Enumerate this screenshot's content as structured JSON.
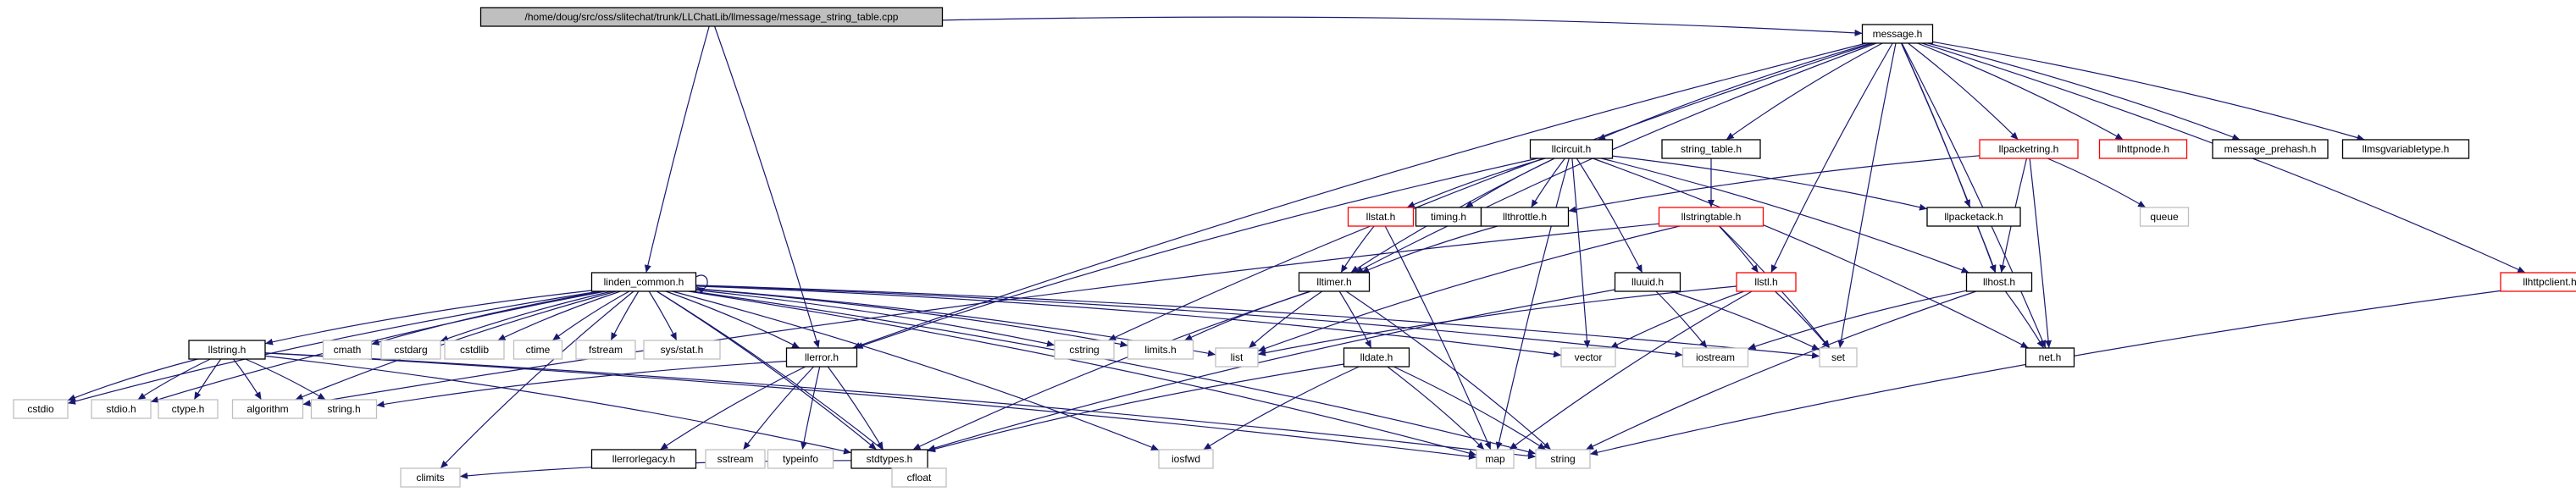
{
  "colors": {
    "edge": "#191970",
    "root_fill": "#bfbfbf",
    "normal_border": "#000000",
    "red_border": "#ff0000",
    "grey_border": "#bfbfbf"
  },
  "nodes": [
    {
      "id": "root",
      "label": "/home/doug/src/oss/slitechat/trunk/LLChatLib/llmessage/message_string_table.cpp",
      "style": "root"
    },
    {
      "id": "message_h",
      "label": "message.h",
      "style": "normal"
    },
    {
      "id": "linden_common_h",
      "label": "linden_common.h",
      "style": "normal"
    },
    {
      "id": "llerror_h",
      "label": "llerror.h",
      "style": "normal"
    },
    {
      "id": "llcircuit_h",
      "label": "llcircuit.h",
      "style": "normal"
    },
    {
      "id": "string_table_h",
      "label": "string_table.h",
      "style": "normal"
    },
    {
      "id": "llpacketring_h",
      "label": "llpacketring.h",
      "style": "red"
    },
    {
      "id": "llhttpnode_h",
      "label": "llhttpnode.h",
      "style": "red"
    },
    {
      "id": "message_prehash_h",
      "label": "message_prehash.h",
      "style": "normal"
    },
    {
      "id": "llmsgvariabletype_h",
      "label": "llmsgvariabletype.h",
      "style": "normal"
    },
    {
      "id": "llstat_h",
      "label": "llstat.h",
      "style": "red"
    },
    {
      "id": "timing_h",
      "label": "timing.h",
      "style": "normal"
    },
    {
      "id": "llthrottle_h",
      "label": "llthrottle.h",
      "style": "normal"
    },
    {
      "id": "llstringtable_h",
      "label": "llstringtable.h",
      "style": "red"
    },
    {
      "id": "llpacketack_h",
      "label": "llpacketack.h",
      "style": "normal"
    },
    {
      "id": "queue",
      "label": "queue",
      "style": "grey"
    },
    {
      "id": "llhttpclient_h",
      "label": "llhttpclient.h",
      "style": "red"
    },
    {
      "id": "lltimer_h",
      "label": "lltimer.h",
      "style": "normal"
    },
    {
      "id": "lluuid_h",
      "label": "lluuid.h",
      "style": "normal"
    },
    {
      "id": "llstl_h",
      "label": "llstl.h",
      "style": "red"
    },
    {
      "id": "llhost_h",
      "label": "llhost.h",
      "style": "normal"
    },
    {
      "id": "llstring_h",
      "label": "llstring.h",
      "style": "normal"
    },
    {
      "id": "cmath",
      "label": "cmath",
      "style": "grey"
    },
    {
      "id": "cstdarg",
      "label": "cstdarg",
      "style": "grey"
    },
    {
      "id": "cstdlib",
      "label": "cstdlib",
      "style": "grey"
    },
    {
      "id": "ctime",
      "label": "ctime",
      "style": "grey"
    },
    {
      "id": "fstream",
      "label": "fstream",
      "style": "grey"
    },
    {
      "id": "sys_stat_h",
      "label": "sys/stat.h",
      "style": "grey"
    },
    {
      "id": "cstring",
      "label": "cstring",
      "style": "grey"
    },
    {
      "id": "limits_h",
      "label": "limits.h",
      "style": "grey"
    },
    {
      "id": "list",
      "label": "list",
      "style": "grey"
    },
    {
      "id": "lldate_h",
      "label": "lldate.h",
      "style": "normal"
    },
    {
      "id": "vector",
      "label": "vector",
      "style": "grey"
    },
    {
      "id": "iostream",
      "label": "iostream",
      "style": "grey"
    },
    {
      "id": "set",
      "label": "set",
      "style": "grey"
    },
    {
      "id": "net_h",
      "label": "net.h",
      "style": "normal"
    },
    {
      "id": "cstdio",
      "label": "cstdio",
      "style": "grey"
    },
    {
      "id": "stdio_h",
      "label": "stdio.h",
      "style": "grey"
    },
    {
      "id": "ctype_h",
      "label": "ctype.h",
      "style": "grey"
    },
    {
      "id": "algorithm",
      "label": "algorithm",
      "style": "grey"
    },
    {
      "id": "string_h",
      "label": "string.h",
      "style": "grey"
    },
    {
      "id": "llerrorlegacy_h",
      "label": "llerrorlegacy.h",
      "style": "normal"
    },
    {
      "id": "sstream",
      "label": "sstream",
      "style": "grey"
    },
    {
      "id": "typeinfo",
      "label": "typeinfo",
      "style": "grey"
    },
    {
      "id": "stdtypes_h",
      "label": "stdtypes.h",
      "style": "normal"
    },
    {
      "id": "iosfwd",
      "label": "iosfwd",
      "style": "grey"
    },
    {
      "id": "map",
      "label": "map",
      "style": "grey"
    },
    {
      "id": "string",
      "label": "string",
      "style": "grey"
    },
    {
      "id": "climits",
      "label": "climits",
      "style": "grey"
    },
    {
      "id": "cfloat",
      "label": "cfloat",
      "style": "grey"
    }
  ],
  "edges": [
    [
      "root",
      "message_h"
    ],
    [
      "root",
      "linden_common_h"
    ],
    [
      "root",
      "llerror_h"
    ],
    [
      "message_h",
      "llcircuit_h"
    ],
    [
      "message_h",
      "string_table_h"
    ],
    [
      "message_h",
      "llpacketring_h"
    ],
    [
      "message_h",
      "llhttpnode_h"
    ],
    [
      "message_h",
      "message_prehash_h"
    ],
    [
      "message_h",
      "llmsgvariabletype_h"
    ],
    [
      "message_h",
      "llhttpclient_h"
    ],
    [
      "message_h",
      "lltimer_h"
    ],
    [
      "message_h",
      "llerror_h"
    ],
    [
      "message_h",
      "cstring"
    ],
    [
      "message_h",
      "set"
    ],
    [
      "message_h",
      "llstl_h"
    ],
    [
      "message_h",
      "llhost_h"
    ],
    [
      "message_h",
      "llpacketack_h"
    ],
    [
      "message_h",
      "net_h"
    ],
    [
      "llcircuit_h",
      "llstat_h"
    ],
    [
      "llcircuit_h",
      "timing_h"
    ],
    [
      "llcircuit_h",
      "llthrottle_h"
    ],
    [
      "llcircuit_h",
      "lltimer_h"
    ],
    [
      "llcircuit_h",
      "lluuid_h"
    ],
    [
      "llcircuit_h",
      "llpacketack_h"
    ],
    [
      "llcircuit_h",
      "llhost_h"
    ],
    [
      "llcircuit_h",
      "net_h"
    ],
    [
      "llcircuit_h",
      "vector"
    ],
    [
      "llcircuit_h",
      "map"
    ],
    [
      "llcircuit_h",
      "llerror_h"
    ],
    [
      "string_table_h",
      "llstringtable_h"
    ],
    [
      "llpacketring_h",
      "queue"
    ],
    [
      "llpacketring_h",
      "llhost_h"
    ],
    [
      "llpacketring_h",
      "net_h"
    ],
    [
      "llpacketring_h",
      "llthrottle_h"
    ],
    [
      "llstat_h",
      "lltimer_h"
    ],
    [
      "llstat_h",
      "map"
    ],
    [
      "llthrottle_h",
      "lltimer_h"
    ],
    [
      "llstringtable_h",
      "llstl_h"
    ],
    [
      "llstringtable_h",
      "set"
    ],
    [
      "llstringtable_h",
      "list"
    ],
    [
      "llstringtable_h",
      "algorithm"
    ],
    [
      "llpacketack_h",
      "llhost_h"
    ],
    [
      "llhttpclient_h",
      "string"
    ],
    [
      "lltimer_h",
      "limits_h"
    ],
    [
      "lltimer_h",
      "list"
    ],
    [
      "lltimer_h",
      "lldate_h"
    ],
    [
      "lltimer_h",
      "string"
    ],
    [
      "lltimer_h",
      "stdtypes_h"
    ],
    [
      "lluuid_h",
      "iostream"
    ],
    [
      "lluuid_h",
      "set"
    ],
    [
      "lluuid_h",
      "stdtypes_h"
    ],
    [
      "llstl_h",
      "map"
    ],
    [
      "llstl_h",
      "set"
    ],
    [
      "llstl_h",
      "vector"
    ],
    [
      "llstl_h",
      "list"
    ],
    [
      "llhost_h",
      "iostream"
    ],
    [
      "llhost_h",
      "net_h"
    ],
    [
      "llhost_h",
      "string"
    ],
    [
      "linden_common_h",
      "llstring_h"
    ],
    [
      "linden_common_h",
      "cmath"
    ],
    [
      "linden_common_h",
      "cstdarg"
    ],
    [
      "linden_common_h",
      "cstdlib"
    ],
    [
      "linden_common_h",
      "ctime"
    ],
    [
      "linden_common_h",
      "fstream"
    ],
    [
      "linden_common_h",
      "sys_stat_h"
    ],
    [
      "linden_common_h",
      "cstring"
    ],
    [
      "linden_common_h",
      "limits_h"
    ],
    [
      "linden_common_h",
      "list"
    ],
    [
      "linden_common_h",
      "vector"
    ],
    [
      "linden_common_h",
      "iostream"
    ],
    [
      "linden_common_h",
      "set"
    ],
    [
      "linden_common_h",
      "llerror_h"
    ],
    [
      "linden_common_h",
      "cstdio"
    ],
    [
      "linden_common_h",
      "stdio_h"
    ],
    [
      "linden_common_h",
      "stdtypes_h"
    ],
    [
      "linden_common_h",
      "iosfwd"
    ],
    [
      "linden_common_h",
      "map"
    ],
    [
      "linden_common_h",
      "string"
    ],
    [
      "linden_common_h",
      "climits"
    ],
    [
      "linden_common_h",
      "cfloat"
    ],
    [
      "linden_common_h",
      "algorithm"
    ],
    [
      "linden_common_h",
      "linden_common_h"
    ],
    [
      "llstring_h",
      "cstdio"
    ],
    [
      "llstring_h",
      "stdio_h"
    ],
    [
      "llstring_h",
      "ctype_h"
    ],
    [
      "llstring_h",
      "algorithm"
    ],
    [
      "llstring_h",
      "string_h"
    ],
    [
      "llstring_h",
      "map"
    ],
    [
      "llstring_h",
      "stdtypes_h"
    ],
    [
      "llstring_h",
      "string"
    ],
    [
      "llerror_h",
      "llerrorlegacy_h"
    ],
    [
      "llerror_h",
      "sstream"
    ],
    [
      "llerror_h",
      "typeinfo"
    ],
    [
      "llerror_h",
      "stdtypes_h"
    ],
    [
      "llerror_h",
      "string_h"
    ],
    [
      "lldate_h",
      "iosfwd"
    ],
    [
      "lldate_h",
      "map"
    ],
    [
      "lldate_h",
      "string"
    ],
    [
      "lldate_h",
      "stdtypes_h"
    ],
    [
      "stdtypes_h",
      "climits"
    ],
    [
      "stdtypes_h",
      "cfloat"
    ]
  ]
}
